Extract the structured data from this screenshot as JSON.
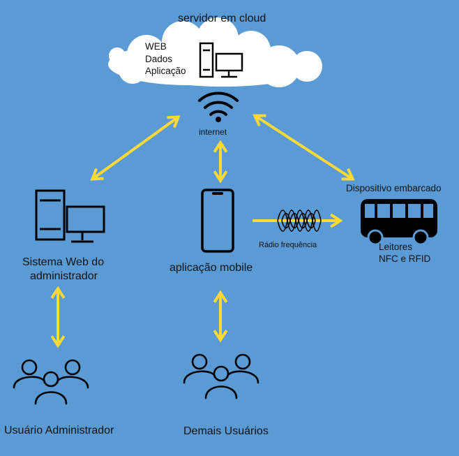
{
  "colors": {
    "background": "#5b9bd5",
    "arrows": "#ffd936",
    "icons": "#000000",
    "cloud": "#ffffff"
  },
  "labels": {
    "cloud_title": "servidor em cloud",
    "cloud_services": [
      "WEB",
      "Dados",
      "Aplicação"
    ],
    "internet": "internet",
    "web_system": [
      "Sistema Web do",
      "administrador"
    ],
    "mobile_app": "aplicação mobile",
    "embedded_device": "Dispositivo embarcado",
    "radio": "Rádio frequência",
    "readers": [
      "Leitores",
      "NFC e RFID"
    ],
    "admin_users": "Usuário Administrador",
    "other_users": "Demais Usuários"
  },
  "icons": [
    "cloud-icon",
    "server-computer-icon",
    "wifi-icon",
    "computer-icon",
    "smartphone-icon",
    "radio-wave-icon",
    "bus-icon",
    "user-group-icon"
  ]
}
